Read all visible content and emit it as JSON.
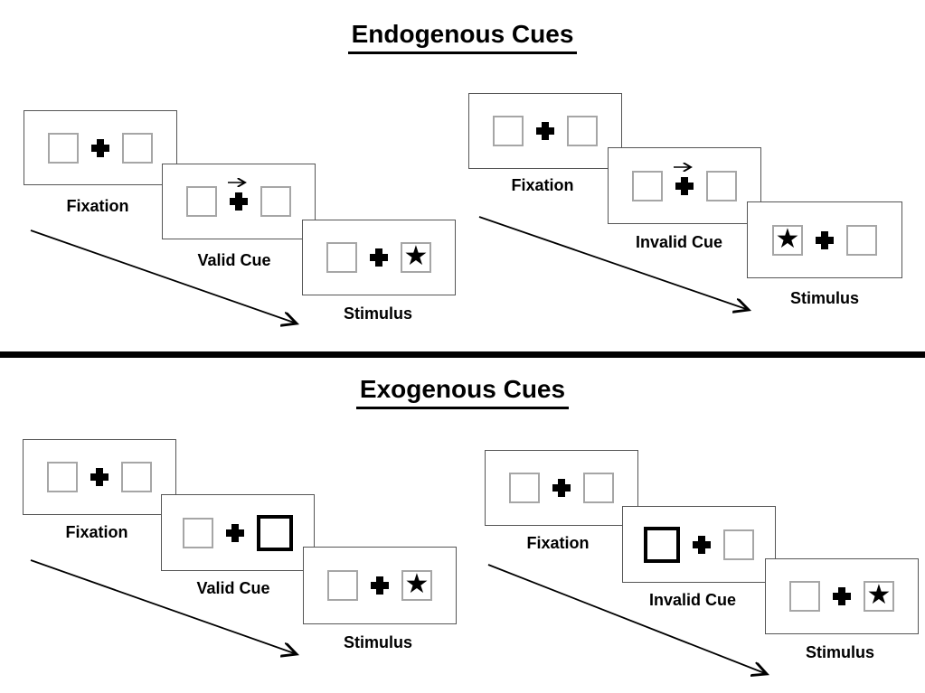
{
  "colors": {
    "background": "#ffffff",
    "card_border": "#555555",
    "box_border": "#a6a6a6",
    "cue_box_border": "#000000",
    "divider": "#000000",
    "text": "#000000"
  },
  "glyphs": {
    "star": "★"
  },
  "sections": [
    {
      "title": "Endogenous Cues",
      "panels": [
        {
          "name": "valid",
          "steps": [
            {
              "label": "Fixation",
              "type": "fixation"
            },
            {
              "label": "Valid Cue",
              "type": "arrow-cue",
              "arrow_direction": "right"
            },
            {
              "label": "Stimulus",
              "type": "stimulus",
              "star_side": "right"
            }
          ]
        },
        {
          "name": "invalid",
          "steps": [
            {
              "label": "Fixation",
              "type": "fixation"
            },
            {
              "label": "Invalid Cue",
              "type": "arrow-cue",
              "arrow_direction": "right"
            },
            {
              "label": "Stimulus",
              "type": "stimulus",
              "star_side": "left"
            }
          ]
        }
      ]
    },
    {
      "title": "Exogenous Cues",
      "panels": [
        {
          "name": "valid",
          "steps": [
            {
              "label": "Fixation",
              "type": "fixation"
            },
            {
              "label": "Valid Cue",
              "type": "box-cue",
              "box_side": "right"
            },
            {
              "label": "Stimulus",
              "type": "stimulus",
              "star_side": "right"
            }
          ]
        },
        {
          "name": "invalid",
          "steps": [
            {
              "label": "Fixation",
              "type": "fixation"
            },
            {
              "label": "Invalid Cue",
              "type": "box-cue",
              "box_side": "left"
            },
            {
              "label": "Stimulus",
              "type": "stimulus",
              "star_side": "right"
            }
          ]
        }
      ]
    }
  ]
}
